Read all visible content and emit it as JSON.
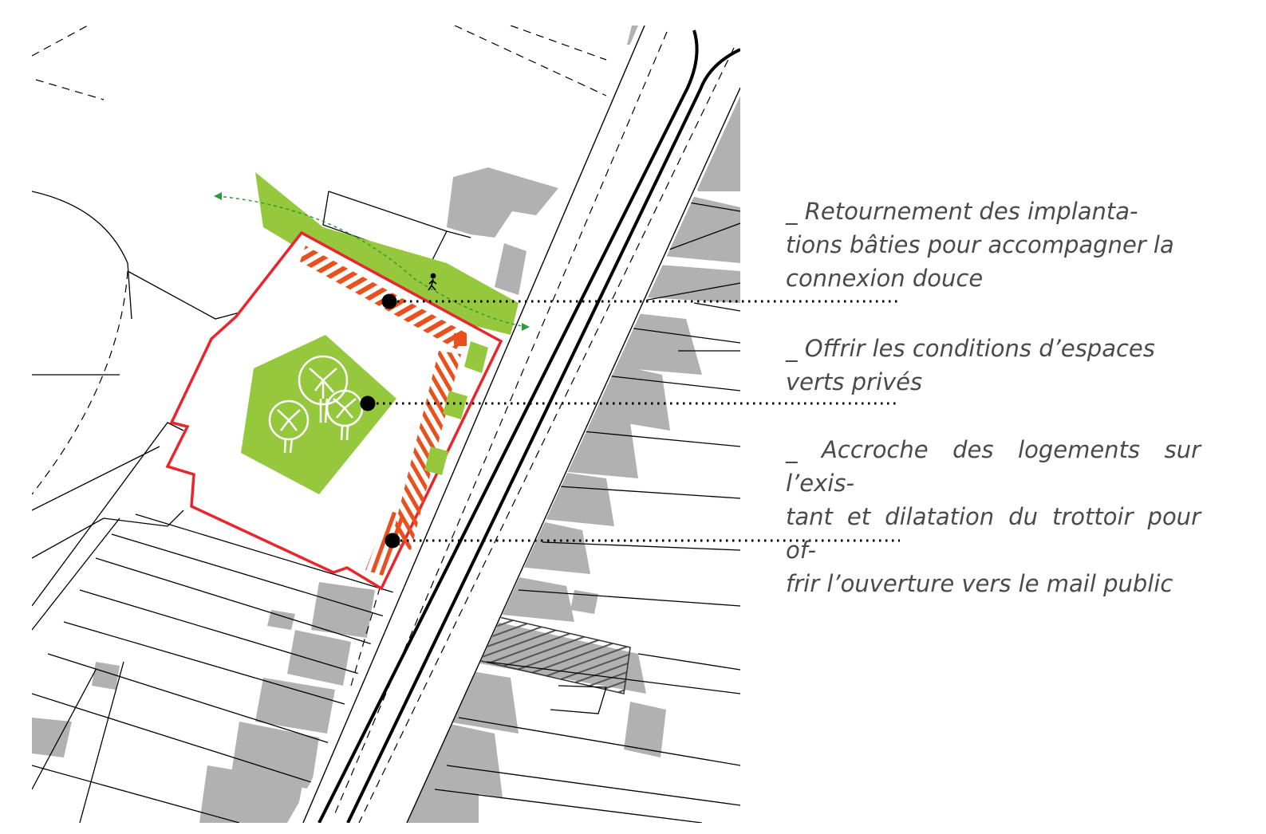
{
  "annotations": [
    {
      "id": "a1",
      "lines": [
        "_ Retournement des implanta-",
        "tions bâties pour accompagner la",
        "connexion douce"
      ]
    },
    {
      "id": "a2",
      "lines": [
        "_ Offrir les conditions d’espaces",
        "verts privés"
      ]
    },
    {
      "id": "a3",
      "lines": [
        "_ Accroche des logements sur l’exis-",
        "tant et dilatation du trottoir pour of-",
        "frir l’ouverture vers le mail public"
      ]
    }
  ],
  "colors": {
    "site_outline": "#e8262b",
    "built_hatching": "#e8501e",
    "green_space": "#95c83d",
    "existing_buildings": "#b1b1b1",
    "road_lines": "#000000",
    "pedestrian_path": "#2e9a3a"
  },
  "icons": [
    "pedestrian-icon",
    "tree-icon"
  ]
}
